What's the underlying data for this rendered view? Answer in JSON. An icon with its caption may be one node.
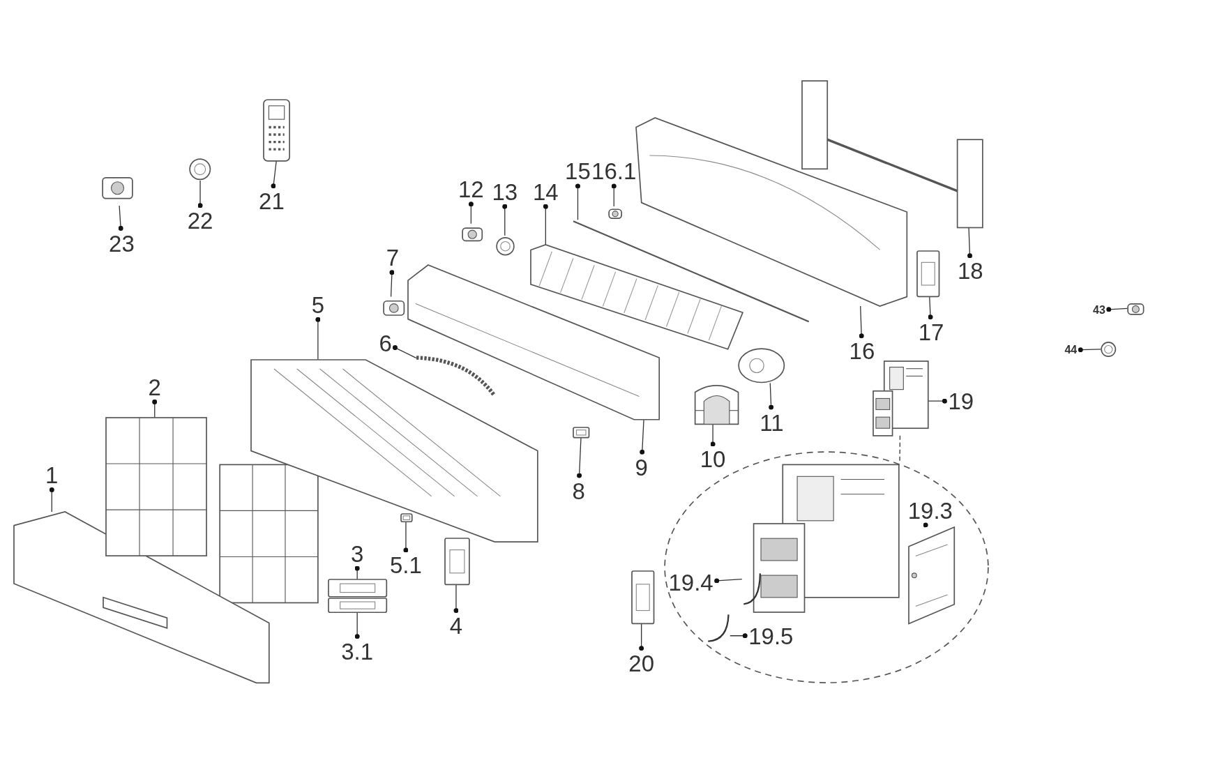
{
  "diagram": {
    "nodes": [
      {
        "text": [
          "1"
        ]
      },
      {
        "text": [],
        "shape": "picture"
      },
      {
        "text": [
          "2"
        ]
      },
      {
        "text": [],
        "shape": "picture"
      },
      {
        "text": [
          "3"
        ]
      },
      {
        "text": [],
        "shape": "picture"
      },
      {
        "text": [
          "3.1"
        ]
      },
      {
        "text": [],
        "shape": "picture"
      },
      {
        "text": [
          "4"
        ]
      },
      {
        "text": [],
        "shape": "picture"
      },
      {
        "text": [
          "5"
        ]
      },
      {
        "text": [],
        "shape": "picture"
      },
      {
        "text": [
          "5.1"
        ]
      },
      {
        "text": [],
        "shape": "picture"
      },
      {
        "text": [
          "6"
        ]
      },
      {
        "text": [],
        "shape": "picture"
      },
      {
        "text": [
          "7"
        ]
      },
      {
        "text": [],
        "shape": "picture"
      },
      {
        "text": [
          "8"
        ]
      },
      {
        "text": [],
        "shape": "picture"
      },
      {
        "text": [
          "9"
        ]
      },
      {
        "text": [],
        "shape": "picture"
      },
      {
        "text": [
          "10"
        ]
      },
      {
        "text": [],
        "shape": "picture"
      },
      {
        "text": [
          "11"
        ]
      },
      {
        "text": [],
        "shape": "picture"
      },
      {
        "text": [
          "12"
        ]
      },
      {
        "text": [],
        "shape": "picture"
      },
      {
        "text": [
          "13"
        ]
      },
      {
        "text": [],
        "shape": "picture"
      },
      {
        "text": [
          "14"
        ]
      },
      {
        "text": [],
        "shape": "picture"
      },
      {
        "text": [
          "15"
        ]
      },
      {
        "text": [],
        "shape": "picture"
      },
      {
        "text": [
          "16.1"
        ]
      },
      {
        "text": [],
        "shape": "picture"
      },
      {
        "text": [
          "16"
        ]
      },
      {
        "text": [],
        "shape": "picture"
      },
      {
        "text": [
          "17"
        ]
      },
      {
        "text": [],
        "shape": "picture"
      },
      {
        "text": [
          "18"
        ]
      },
      {
        "text": [],
        "shape": "picture"
      },
      {
        "text": [
          "19"
        ]
      },
      {
        "text": [],
        "shape": "picture"
      },
      {
        "text": [],
        "shape": "circle"
      },
      {
        "text": [
          "19.3"
        ],
        "in": 44
      },
      {
        "text": [],
        "shape": "picture",
        "in": 44
      },
      {
        "text": [
          "19.4"
        ],
        "in": 44
      },
      {
        "text": [],
        "shape": "picture",
        "in": 44
      },
      {
        "text": [
          "19.5"
        ],
        "in": 44
      },
      {
        "text": [],
        "shape": "picture",
        "in": 44
      },
      {
        "text": [
          "20"
        ]
      },
      {
        "text": [],
        "shape": "picture"
      },
      {
        "text": [
          "21"
        ]
      },
      {
        "text": [],
        "shape": "picture"
      },
      {
        "text": [
          "22"
        ]
      },
      {
        "text": [],
        "shape": "picture"
      },
      {
        "text": [
          "23"
        ]
      },
      {
        "text": [],
        "shape": "picture"
      },
      {
        "text": [
          "43"
        ]
      },
      {
        "text": [],
        "shape": "picture"
      },
      {
        "text": [
          "44"
        ]
      },
      {
        "text": [],
        "shape": "picture"
      }
    ],
    "edges": [
      {
        "from": 0,
        "to": 1,
        "arrow": "other"
      },
      {
        "from": 2,
        "to": 3,
        "arrow": "other"
      },
      {
        "from": 4,
        "to": 5,
        "arrow": "other"
      },
      {
        "from": 6,
        "to": 7,
        "arrow": "other"
      },
      {
        "from": 8,
        "to": 9,
        "arrow": "other"
      },
      {
        "from": 10,
        "to": 11,
        "arrow": "other"
      },
      {
        "from": 12,
        "to": 13,
        "arrow": "other"
      },
      {
        "from": 14,
        "to": 15,
        "arrow": "other"
      },
      {
        "from": 16,
        "to": 17,
        "arrow": "other"
      },
      {
        "from": 18,
        "to": 19,
        "arrow": "other"
      },
      {
        "from": 20,
        "to": 21,
        "arrow": "other"
      },
      {
        "from": 22,
        "to": 23,
        "arrow": "other"
      },
      {
        "from": 24,
        "to": 25,
        "arrow": "other"
      },
      {
        "from": 26,
        "to": 27,
        "arrow": "other"
      },
      {
        "from": 28,
        "to": 29,
        "arrow": "other"
      },
      {
        "from": 30,
        "to": 31,
        "arrow": "other"
      },
      {
        "from": 32,
        "to": 33,
        "arrow": "other"
      },
      {
        "from": 34,
        "to": 35,
        "arrow": "other"
      },
      {
        "from": 36,
        "to": 37,
        "arrow": "other"
      },
      {
        "from": 38,
        "to": 39,
        "arrow": "other"
      },
      {
        "from": 40,
        "to": 41,
        "arrow": "other"
      },
      {
        "from": 42,
        "to": 43,
        "arrow": "other"
      },
      {
        "from": 45,
        "to": 46,
        "arrow": "other"
      },
      {
        "from": 47,
        "to": 48,
        "arrow": "other"
      },
      {
        "from": 49,
        "to": 50,
        "arrow": "other"
      },
      {
        "from": 51,
        "to": 52,
        "arrow": "other"
      },
      {
        "from": 53,
        "to": 54,
        "arrow": "other"
      },
      {
        "from": 55,
        "to": 56,
        "arrow": "other"
      },
      {
        "from": 57,
        "to": 58,
        "arrow": "other"
      },
      {
        "from": 59,
        "to": 60,
        "arrow": "other"
      },
      {
        "from": 61,
        "to": 62,
        "arrow": "other"
      },
      {
        "from": 43,
        "to": 44,
        "arrow": "none",
        "style": "dashed"
      }
    ]
  }
}
